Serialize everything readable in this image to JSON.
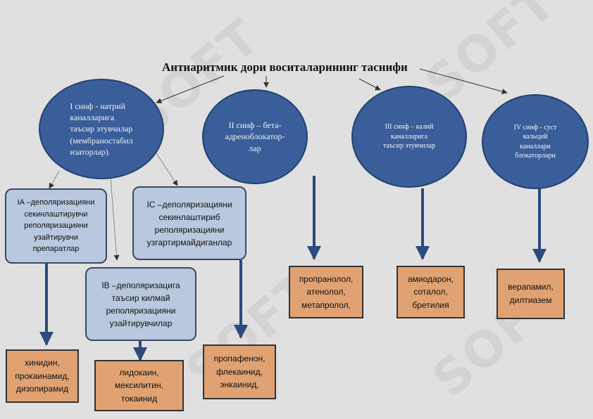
{
  "title": "Антиаритмик дори воситаларининг таснифи",
  "watermark": "SOFT",
  "colors": {
    "background": "#e0e0e0",
    "ellipse_fill": "#3a5e9a",
    "subclass_fill": "#b9c8de",
    "drug_fill": "#e0a272",
    "connector": "#2c4a7c"
  },
  "classes": {
    "c1": "I синф -  натрий\nканалларига\nтаъсир этувчилар\n(мембраностабил\nизаторлар).",
    "c2": "II синф – бета-\nадреноблокатор-\nлар",
    "c3": "III синф – калий\nканалларига\nтаъсир этувчилар",
    "c4": "IV синф - суст\nкальций\nканаллари\nблокаторлари"
  },
  "subclasses": {
    "ia": "IA –деполяризацияни\nсекинлаштирувчи\nреполяризацияни\nузайтирувчи\nпрепаратлар",
    "ib": "IB –деполяризацига\nтаъсир килмай\nреполяризацияни\nузайтирувчилар",
    "ic": "IC –деполяризацияни\nсекинлаштириб\nреполяризацияни\nузгартирмайдиганлар"
  },
  "drugs": {
    "ia": "хинидин,\nпрокаинамид,\nдизопирамид",
    "ib": "лидокаин,\nмексилитин,\nтокаинид",
    "ic": "пропафенон,\nфлекаинид,\nэнкаинид,",
    "c2": "пропранолол,\nатенолол,\nметапролол,",
    "c3": "амиодарон,\nсоталол,\nбретилия",
    "c4": "верапамил,\nдилтиазем"
  }
}
